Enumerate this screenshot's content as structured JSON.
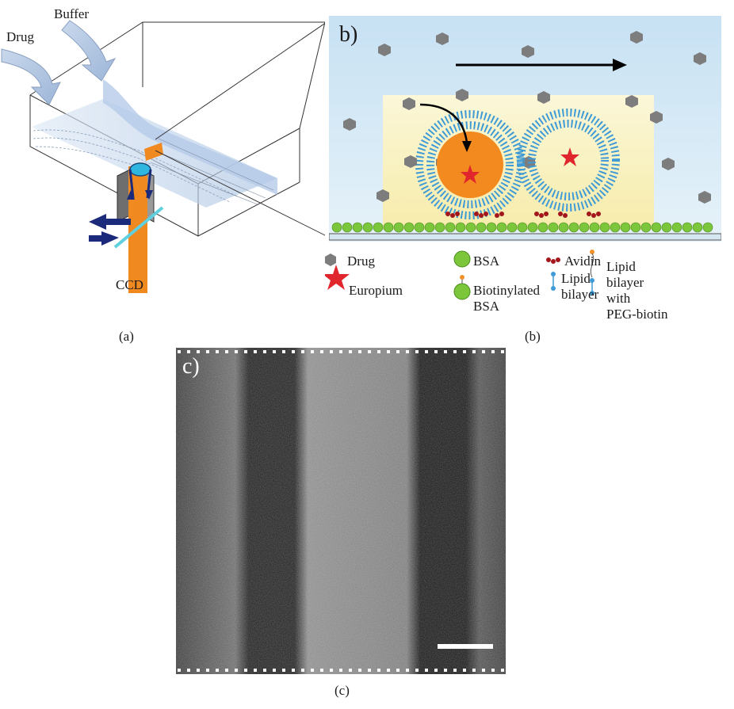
{
  "panel_a": {
    "drug_label": "Drug",
    "buffer_label": "Buffer",
    "ccd_label": "CCD",
    "caption": "(a)"
  },
  "panel_b": {
    "panel_label": "b)",
    "caption": "(b)",
    "legend": {
      "drug": "Drug",
      "europium": "Europium",
      "bsa": "BSA",
      "biotinylated_bsa_line1": "Biotinylated",
      "biotinylated_bsa_line2": "BSA",
      "avidin": "Avidin",
      "lipid_bilayer_line1": "Lipid",
      "lipid_bilayer_line2": "bilayer",
      "lipid_peg_line1": "Lipid",
      "lipid_peg_line2": "bilayer",
      "lipid_peg_line3": "with",
      "lipid_peg_line4": "PEG-biotin"
    },
    "colors": {
      "drug": "#7d7d7d",
      "europium": "#e0262c",
      "bsa": "#7cc63c",
      "avidin": "#a3161b",
      "lipid_head": "#3f9bd6",
      "biotin": "#f0912a",
      "vesicle_core": "#f28a1f"
    }
  },
  "panel_c": {
    "panel_label": "c)",
    "caption": "(c)"
  }
}
